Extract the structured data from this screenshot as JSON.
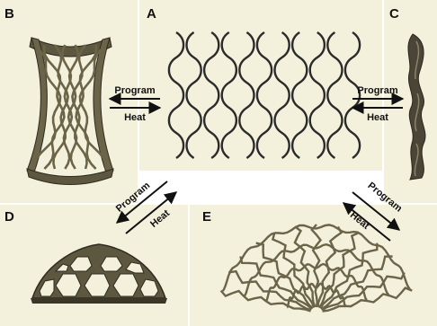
{
  "panels": {
    "a": {
      "label": "A"
    },
    "b": {
      "label": "B"
    },
    "c": {
      "label": "C"
    },
    "d": {
      "label": "D"
    },
    "e": {
      "label": "E"
    }
  },
  "transitions": {
    "ab": {
      "upper": "Program",
      "lower": "Heat"
    },
    "ac": {
      "upper": "Program",
      "lower": "Heat"
    },
    "ad": {
      "upper": "Program",
      "lower": "Heat"
    },
    "ae": {
      "upper": "Program",
      "lower": "Heat"
    }
  },
  "colors": {
    "panel_bg": "#f3f1dc",
    "lattice_stroke": "#2b2b2b",
    "shape_memory_material": "#6b6448",
    "shape_memory_dark": "#3a3628",
    "arrow": "#111111"
  }
}
